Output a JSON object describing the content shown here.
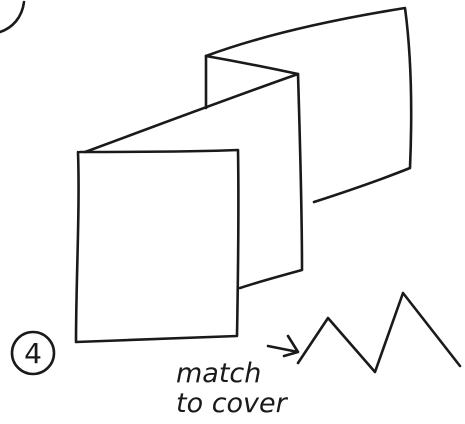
{
  "diagram": {
    "step_number": "4",
    "note_line1": "match",
    "note_line2": "to cover"
  }
}
